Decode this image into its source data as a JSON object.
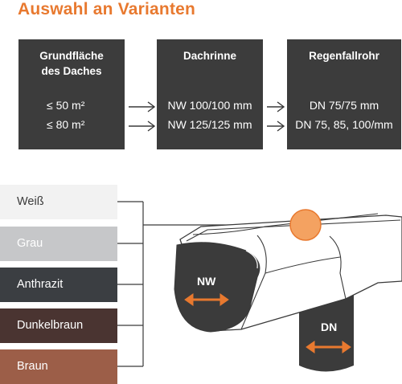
{
  "title": "Auswahl an Varianten",
  "boxes": {
    "area": {
      "head_line1": "Grundfläche",
      "head_line2": "des Daches",
      "values": [
        "≤ 50  m²",
        "≤ 80  m²"
      ]
    },
    "rinne": {
      "head": "Dachrinne",
      "values": [
        "NW 100/100 mm",
        "NW 125/125 mm"
      ]
    },
    "rohr": {
      "head": "Regenfallrohr",
      "values": [
        "DN 75/75 mm",
        "DN 75, 85, 100/mm"
      ]
    }
  },
  "colors": {
    "items": [
      "Weiß",
      "Grau",
      "Anthrazit",
      "Dunkelbraun",
      "Braun"
    ],
    "hex": [
      "#f2f2f2",
      "#c6c7c9",
      "#3b3e42",
      "#4a3431",
      "#9c5e48"
    ]
  },
  "diagram": {
    "nw_label": "NW",
    "dn_label": "DN",
    "accent": "#e8792f",
    "marker": "#f4a261"
  }
}
